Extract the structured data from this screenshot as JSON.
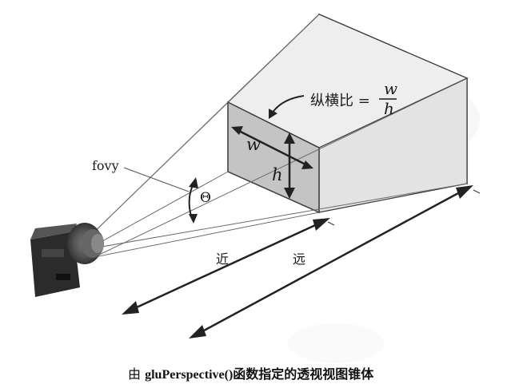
{
  "labels": {
    "aspect_prefix": "纵横比 =",
    "w_numerator": "w",
    "h_denominator": "h",
    "w": "w",
    "h": "h",
    "fovy": "fovy",
    "theta": "Θ",
    "near": "近",
    "far": "远"
  },
  "caption": {
    "prefix": "由 ",
    "function": "gluPerspective()",
    "suffix": "函数指定的透视视图锥体"
  },
  "colors": {
    "far_plane": "#d9d9d9",
    "top_face": "#eeeeee",
    "right_face": "#e3e3e3",
    "near_plane": "#c4c4c4",
    "stroke": "#3a3a3a",
    "arrow": "#222222"
  }
}
